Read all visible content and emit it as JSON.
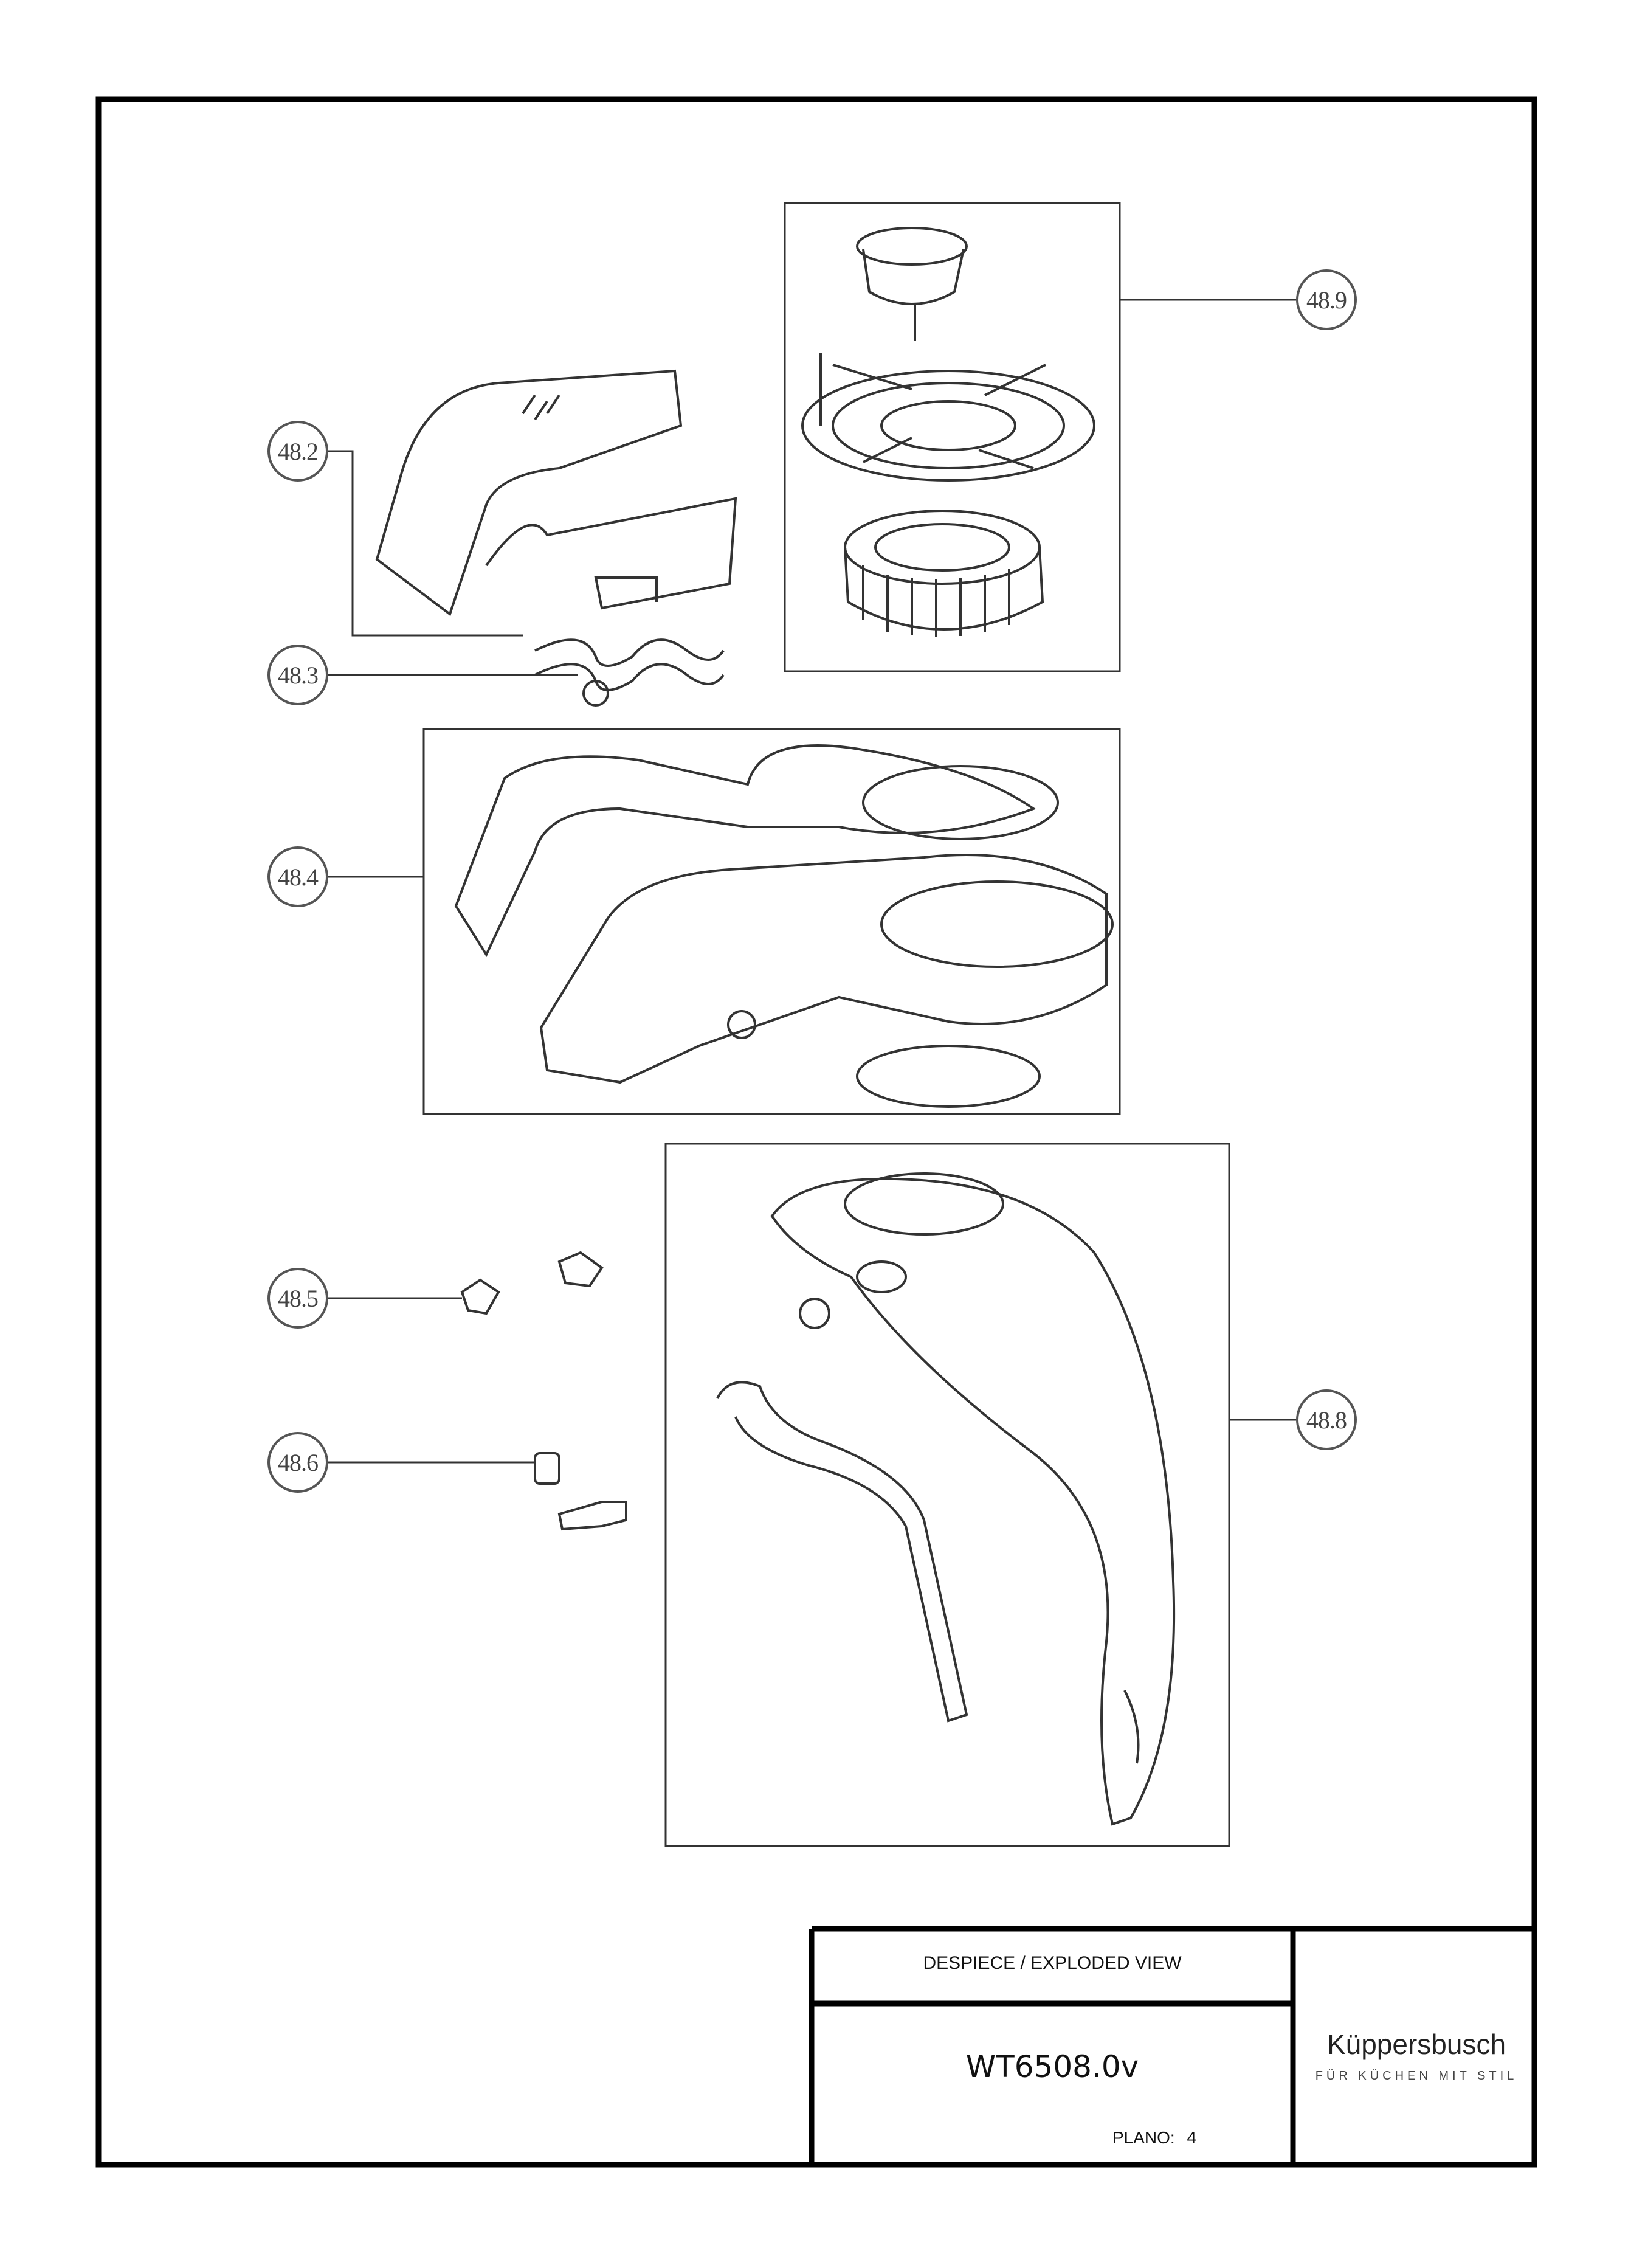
{
  "callouts": {
    "c48_2": "48.2",
    "c48_3": "48.3",
    "c48_4": "48.4",
    "c48_5": "48.5",
    "c48_6": "48.6",
    "c48_8": "48.8",
    "c48_9": "48.9"
  },
  "title_block": {
    "title": "DESPIECE / EXPLODED VIEW",
    "model": "WT6508.0v",
    "plano_label": "PLANO:",
    "plano_value": "4",
    "brand": "Küppersbusch",
    "tagline": "FÜR KÜCHEN MIT STIL"
  },
  "colors": {
    "border": "#000000",
    "drawing": "#333333",
    "callout": "#555555"
  }
}
